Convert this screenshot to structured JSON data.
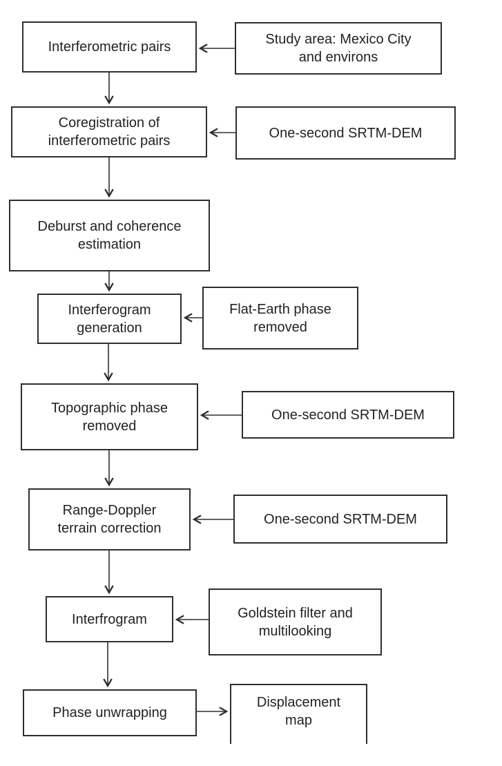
{
  "diagram": {
    "type": "flowchart",
    "nodes": {
      "interferometric_pairs": "Interferometric pairs",
      "study_area": "Study area: Mexico City\nand environs",
      "coregistration": "Coregistration of\ninterferometric pairs",
      "srtm_dem_1": "One-second SRTM-DEM",
      "deburst": "Deburst and coherence\nestimation",
      "interferogram_generation": "Interferogram\ngeneration",
      "flat_earth": "Flat-Earth phase\nremoved",
      "topographic_phase": "Topographic phase\nremoved",
      "srtm_dem_2": "One-second SRTM-DEM",
      "range_doppler": "Range-Doppler\nterrain correction",
      "srtm_dem_3": "One-second SRTM-DEM",
      "interfrogram": "Interfrogram",
      "goldstein": "Goldstein filter and\nmultilooking",
      "phase_unwrapping": "Phase unwrapping",
      "displacement_map": "Displacement\nmap"
    },
    "edges": [
      {
        "from": "study_area",
        "to": "interferometric_pairs"
      },
      {
        "from": "interferometric_pairs",
        "to": "coregistration"
      },
      {
        "from": "srtm_dem_1",
        "to": "coregistration"
      },
      {
        "from": "coregistration",
        "to": "deburst"
      },
      {
        "from": "deburst",
        "to": "interferogram_generation"
      },
      {
        "from": "flat_earth",
        "to": "interferogram_generation"
      },
      {
        "from": "interferogram_generation",
        "to": "topographic_phase"
      },
      {
        "from": "srtm_dem_2",
        "to": "topographic_phase"
      },
      {
        "from": "topographic_phase",
        "to": "range_doppler"
      },
      {
        "from": "srtm_dem_3",
        "to": "range_doppler"
      },
      {
        "from": "range_doppler",
        "to": "interfrogram"
      },
      {
        "from": "goldstein",
        "to": "interfrogram"
      },
      {
        "from": "interfrogram",
        "to": "phase_unwrapping"
      },
      {
        "from": "phase_unwrapping",
        "to": "displacement_map"
      }
    ],
    "colors": {
      "stroke": "#2e2e2e",
      "text": "#231f20",
      "background": "#ffffff"
    }
  }
}
